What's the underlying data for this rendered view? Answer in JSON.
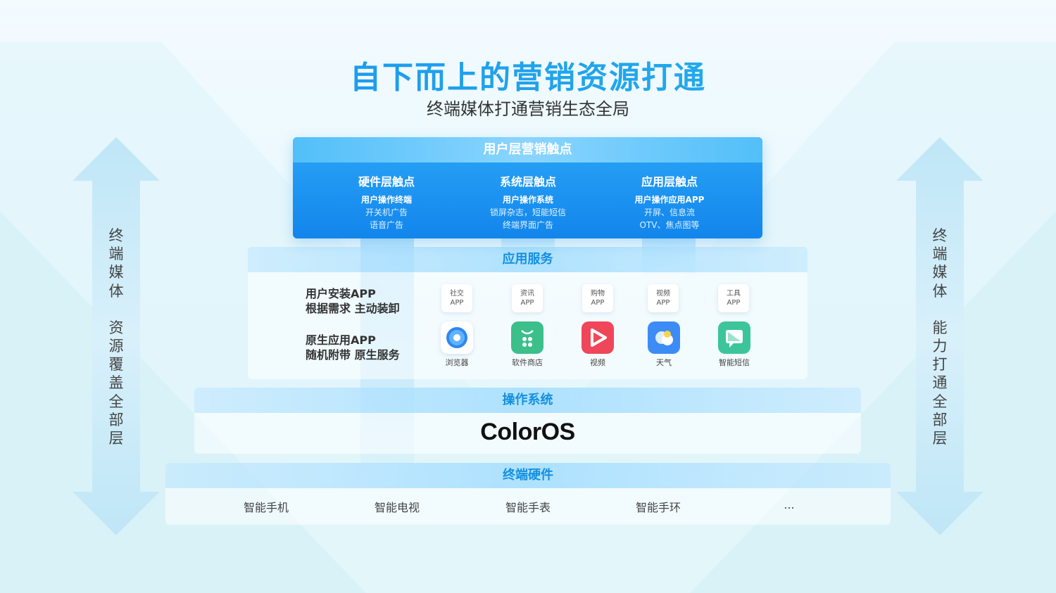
{
  "title": "自下而上的营销资源打通",
  "subtitle": "终端媒体打通营销生态全局",
  "left_side": {
    "line1": "终端媒体",
    "line2": "资源覆盖全部层"
  },
  "right_side": {
    "line1": "终端媒体",
    "line2": "能力打通全部层"
  },
  "user_layer": {
    "title": "用户层营销触点",
    "points": [
      {
        "title": "硬件层触点",
        "subtitle": "用户操作终端",
        "line1": "开关机广告",
        "line2": "语音广告"
      },
      {
        "title": "系统层触点",
        "subtitle": "用户操作系统",
        "line1": "锁屏杂志，短能短信",
        "line2": "终端界面广告"
      },
      {
        "title": "应用层触点",
        "subtitle": "用户操作应用APP",
        "line1": "开屏、信息流",
        "line2": "OTV、焦点图等"
      }
    ]
  },
  "app_layer": {
    "title": "应用服务",
    "desc1": {
      "line1": "用户安装APP",
      "line2": "根据需求 主动装卸"
    },
    "desc2": {
      "line1": "原生应用APP",
      "line2": "随机附带 原生服务"
    },
    "installed": [
      {
        "line1": "社交",
        "line2": "APP"
      },
      {
        "line1": "资讯",
        "line2": "APP"
      },
      {
        "line1": "购物",
        "line2": "APP"
      },
      {
        "line1": "视频",
        "line2": "APP"
      },
      {
        "line1": "工具",
        "line2": "APP"
      }
    ],
    "native": [
      {
        "label": "浏览器",
        "icon": "browser-icon",
        "color": "#2f86f0"
      },
      {
        "label": "软件商店",
        "icon": "app-store-icon",
        "color": "#3bbf8b"
      },
      {
        "label": "视频",
        "icon": "video-icon",
        "color": "#f0465a"
      },
      {
        "label": "天气",
        "icon": "weather-icon",
        "color": "#3d8cf5"
      },
      {
        "label": "智能短信",
        "icon": "sms-icon",
        "color": "#3cc59a"
      }
    ]
  },
  "os_layer": {
    "title": "操作系统",
    "brand": "ColorOS"
  },
  "hw_layer": {
    "title": "终端硬件",
    "items": [
      "智能手机",
      "智能电视",
      "智能手表",
      "智能手环",
      "..."
    ]
  }
}
